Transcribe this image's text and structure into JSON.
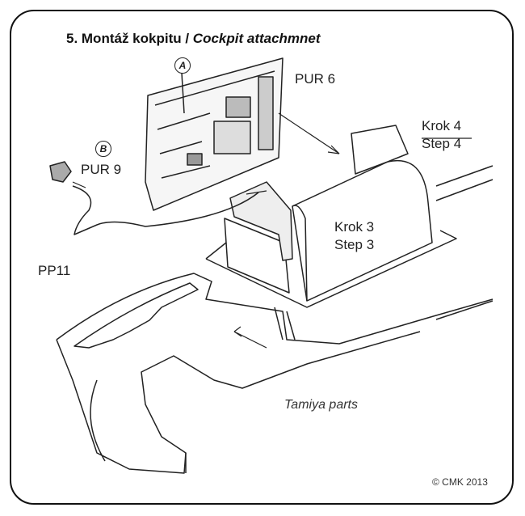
{
  "title": {
    "number_cz": "5. Montáž kokpitu /",
    "en": "Cockpit attachmnet"
  },
  "callouts": {
    "a": "A",
    "b": "B"
  },
  "parts": {
    "pur6": "PUR 6",
    "pur9": "PUR 9",
    "pp11": "PP11",
    "tamiya": "Tamiya parts"
  },
  "steps": {
    "krok4": "Krok 4",
    "step4": "Step 4",
    "krok3": "Krok 3",
    "step3": "Step 3"
  },
  "copyright": "© CMK 2013"
}
